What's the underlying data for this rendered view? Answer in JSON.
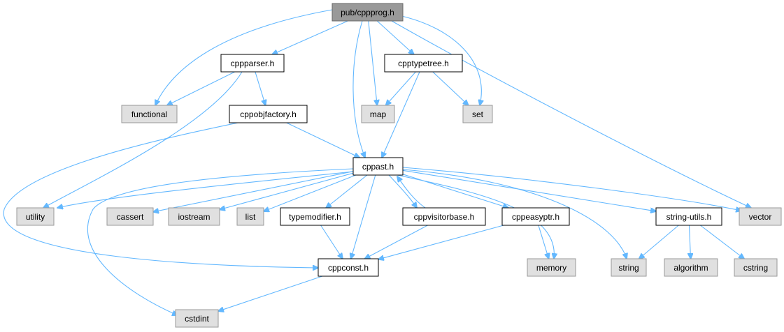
{
  "colors": {
    "edge": "#63b8ff",
    "root_fill": "#999999",
    "root_stroke": "#666666",
    "header_fill": "#ffffff",
    "header_stroke": "#000000",
    "system_fill": "#e0e0e0",
    "system_stroke": "#999999"
  },
  "nodes": {
    "cppprog": {
      "label": "pub/cppprog.h",
      "kind": "root"
    },
    "cppparser": {
      "label": "cppparser.h",
      "kind": "header"
    },
    "cpptypetree": {
      "label": "cpptypetree.h",
      "kind": "header"
    },
    "functional": {
      "label": "functional",
      "kind": "system"
    },
    "map": {
      "label": "map",
      "kind": "system"
    },
    "set": {
      "label": "set",
      "kind": "system"
    },
    "cppobjfactory": {
      "label": "cppobjfactory.h",
      "kind": "header"
    },
    "cppast": {
      "label": "cppast.h",
      "kind": "header"
    },
    "utility": {
      "label": "utility",
      "kind": "system"
    },
    "cassert": {
      "label": "cassert",
      "kind": "system"
    },
    "iostream": {
      "label": "iostream",
      "kind": "system"
    },
    "list": {
      "label": "list",
      "kind": "system"
    },
    "typemodifier": {
      "label": "typemodifier.h",
      "kind": "header"
    },
    "cppvisitorbase": {
      "label": "cppvisitorbase.h",
      "kind": "header"
    },
    "cppeasyptr": {
      "label": "cppeasyptr.h",
      "kind": "header"
    },
    "stringutils": {
      "label": "string-utils.h",
      "kind": "header"
    },
    "vector": {
      "label": "vector",
      "kind": "system"
    },
    "cppconst": {
      "label": "cppconst.h",
      "kind": "header"
    },
    "memory": {
      "label": "memory",
      "kind": "system"
    },
    "string": {
      "label": "string",
      "kind": "system"
    },
    "algorithm": {
      "label": "algorithm",
      "kind": "system"
    },
    "cstring": {
      "label": "cstring",
      "kind": "system"
    },
    "cstdint": {
      "label": "cstdint",
      "kind": "system"
    }
  },
  "edges": [
    [
      "cppprog",
      "cppparser"
    ],
    [
      "cppprog",
      "cpptypetree"
    ],
    [
      "cppprog",
      "functional"
    ],
    [
      "cppprog",
      "map"
    ],
    [
      "cppprog",
      "set"
    ],
    [
      "cppprog",
      "cppast"
    ],
    [
      "cppprog",
      "vector"
    ],
    [
      "cppparser",
      "functional"
    ],
    [
      "cppparser",
      "cppobjfactory"
    ],
    [
      "cppparser",
      "utility"
    ],
    [
      "cpptypetree",
      "map"
    ],
    [
      "cpptypetree",
      "set"
    ],
    [
      "cpptypetree",
      "cppast"
    ],
    [
      "cppobjfactory",
      "cppast"
    ],
    [
      "cppobjfactory",
      "cppconst"
    ],
    [
      "cppast",
      "utility"
    ],
    [
      "cppast",
      "cassert"
    ],
    [
      "cppast",
      "iostream"
    ],
    [
      "cppast",
      "list"
    ],
    [
      "cppast",
      "typemodifier"
    ],
    [
      "cppast",
      "cppvisitorbase"
    ],
    [
      "cppast",
      "cppeasyptr"
    ],
    [
      "cppast",
      "stringutils"
    ],
    [
      "cppast",
      "vector"
    ],
    [
      "cppast",
      "cppconst"
    ],
    [
      "cppast",
      "memory"
    ],
    [
      "cppast",
      "string"
    ],
    [
      "cppast",
      "cstdint"
    ],
    [
      "typemodifier",
      "cppconst"
    ],
    [
      "cppvisitorbase",
      "cppast"
    ],
    [
      "cppvisitorbase",
      "cppconst"
    ],
    [
      "cppeasyptr",
      "cppconst"
    ],
    [
      "cppeasyptr",
      "memory"
    ],
    [
      "stringutils",
      "string"
    ],
    [
      "stringutils",
      "algorithm"
    ],
    [
      "stringutils",
      "cstring"
    ],
    [
      "cppconst",
      "cstdint"
    ]
  ]
}
